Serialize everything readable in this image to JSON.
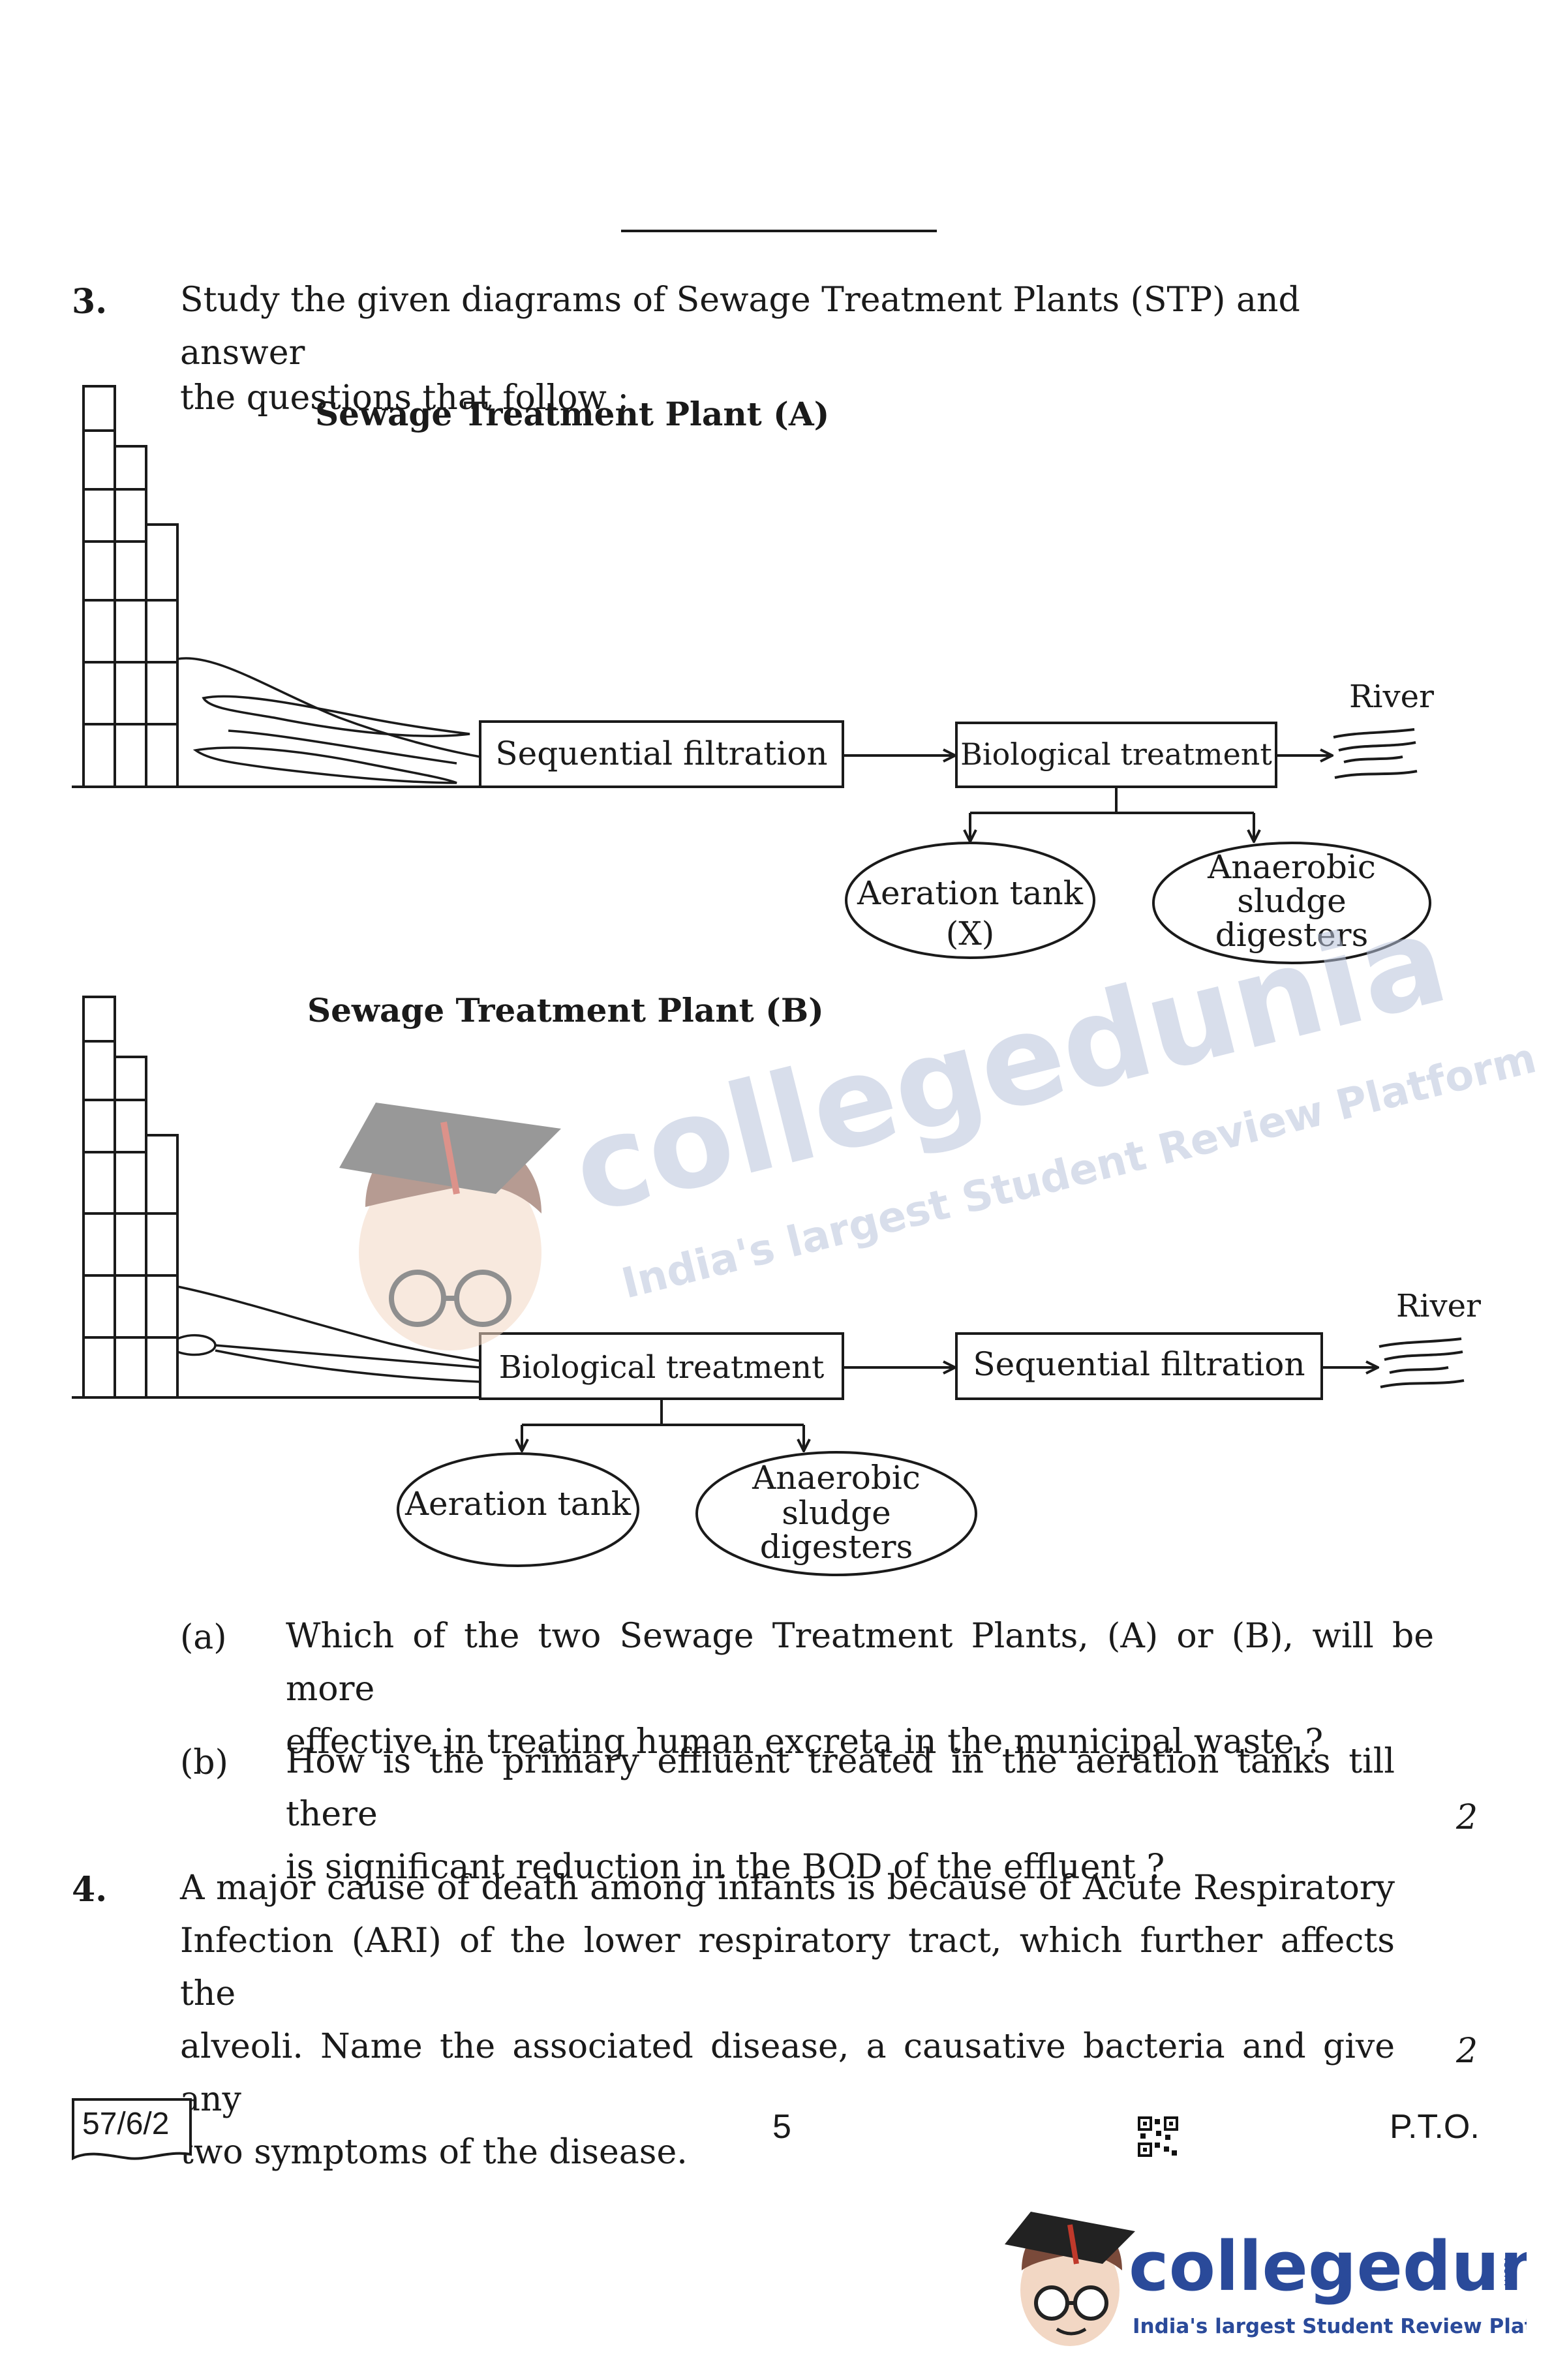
{
  "question3": {
    "number": "3.",
    "intro_line1": "Study the given diagrams of Sewage Treatment Plants (STP) and answer",
    "intro_line2": "the questions that follow :",
    "plant_a": {
      "title": "Sewage Treatment Plant (A)",
      "box1": "Sequential filtration",
      "box2": "Biological treatment",
      "river": "River",
      "oval1_line1": "Aeration tank",
      "oval1_line2": "(X)",
      "oval2_line1": "Anaerobic",
      "oval2_line2": "sludge",
      "oval2_line3": "digesters"
    },
    "plant_b": {
      "title": "Sewage Treatment Plant (B)",
      "box1": "Biological treatment",
      "box2": "Sequential filtration",
      "river": "River",
      "oval1_line1": "Aeration tank",
      "oval2_line1": "Anaerobic",
      "oval2_line2": "sludge",
      "oval2_line3": "digesters"
    },
    "part_a": {
      "label": "(a)",
      "line1": "Which of the two Sewage Treatment Plants, (A) or (B), will be more",
      "line2": "effective in treating human excreta in the municipal waste ?"
    },
    "part_b": {
      "label": "(b)",
      "line1": "How is the primary effluent treated in the aeration tanks till there",
      "line2": "is significant reduction in the BOD of the effluent ?"
    },
    "marks": "2"
  },
  "question4": {
    "number": "4.",
    "line1": "A major cause of death among infants is because of Acute Respiratory",
    "line2": "Infection (ARI) of the lower respiratory tract, which further affects the",
    "line3": "alveoli. Name the associated disease, a causative bacteria and give any",
    "line4": "two symptoms of the disease.",
    "marks": "2"
  },
  "footer": {
    "code": "57/6/2",
    "page_number": "5",
    "pto": "P.T.O."
  },
  "watermark": {
    "brand": "collegedunia",
    "tagline": "India's largest Student Review Platform",
    "logo_suffix": ".com"
  },
  "colors": {
    "watermark_blue": "#b8c3da",
    "logo_blue": "#2a4a9a",
    "text": "#1a1a1a"
  }
}
